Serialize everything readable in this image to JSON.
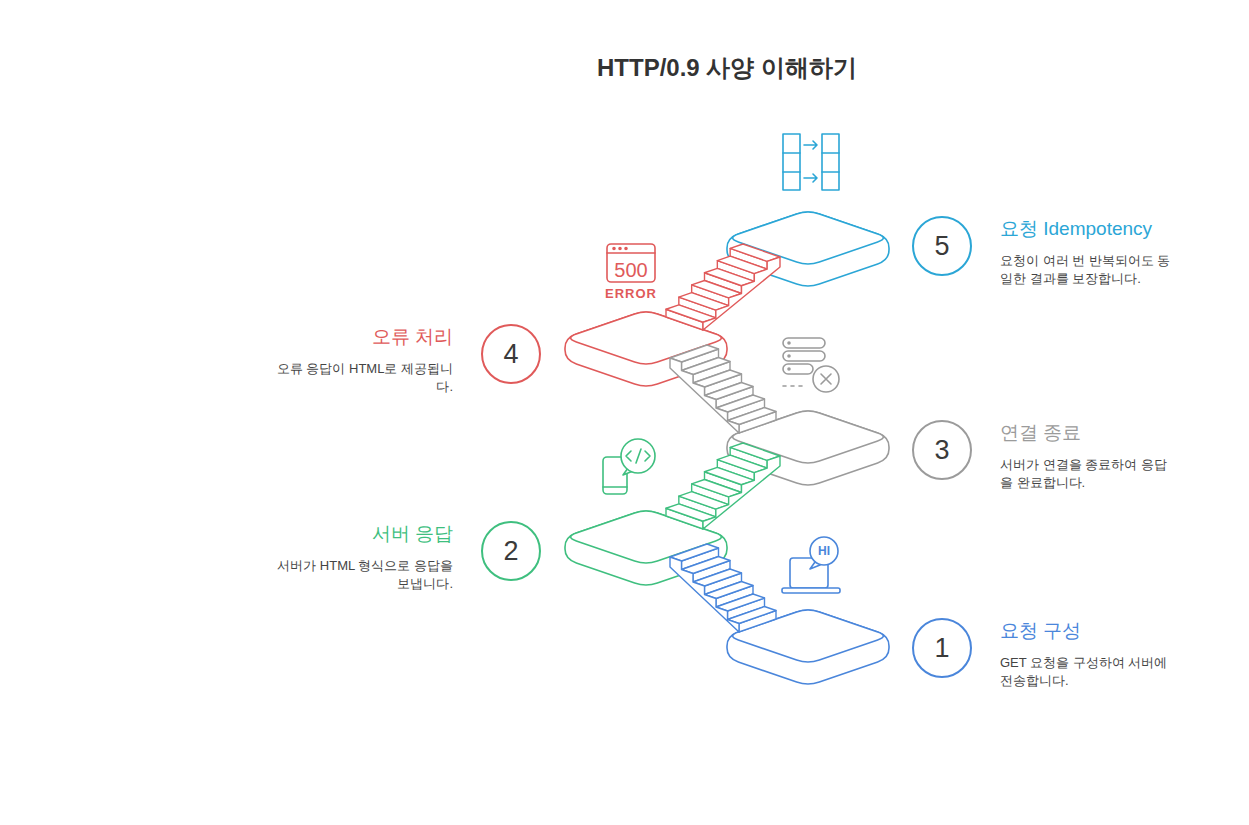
{
  "diagram": {
    "title": "HTTP/0.9 사양 이해하기",
    "nodes": [
      {
        "text": [
          "1",
          "요청 구성",
          "GET 요청을 구성하여 서버에 전송합니다."
        ]
      },
      {
        "text": [
          "2",
          "서버 응답",
          "서버가 HTML 형식으로 응답을 보냅니다."
        ]
      },
      {
        "text": [
          "3",
          "연결 종료",
          "서버가 연결을 종료하여 응답을 완료합니다."
        ]
      },
      {
        "text": [
          "4",
          "오류 처리",
          "오류 응답이 HTML로 제공됩니다."
        ]
      },
      {
        "text": [
          "5",
          "요청 Idempotency",
          "요청이 여러 번 반복되어도 동일한 결과를 보장합니다."
        ]
      }
    ],
    "labels": [
      "500",
      "ERROR",
      "HI"
    ]
  }
}
